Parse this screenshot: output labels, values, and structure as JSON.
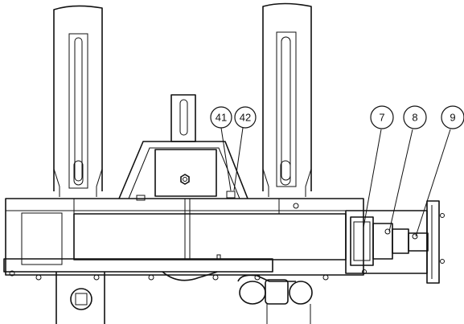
{
  "callouts": {
    "c41": "41",
    "c42": "42",
    "c7": "7",
    "c8": "8",
    "c9": "9"
  }
}
